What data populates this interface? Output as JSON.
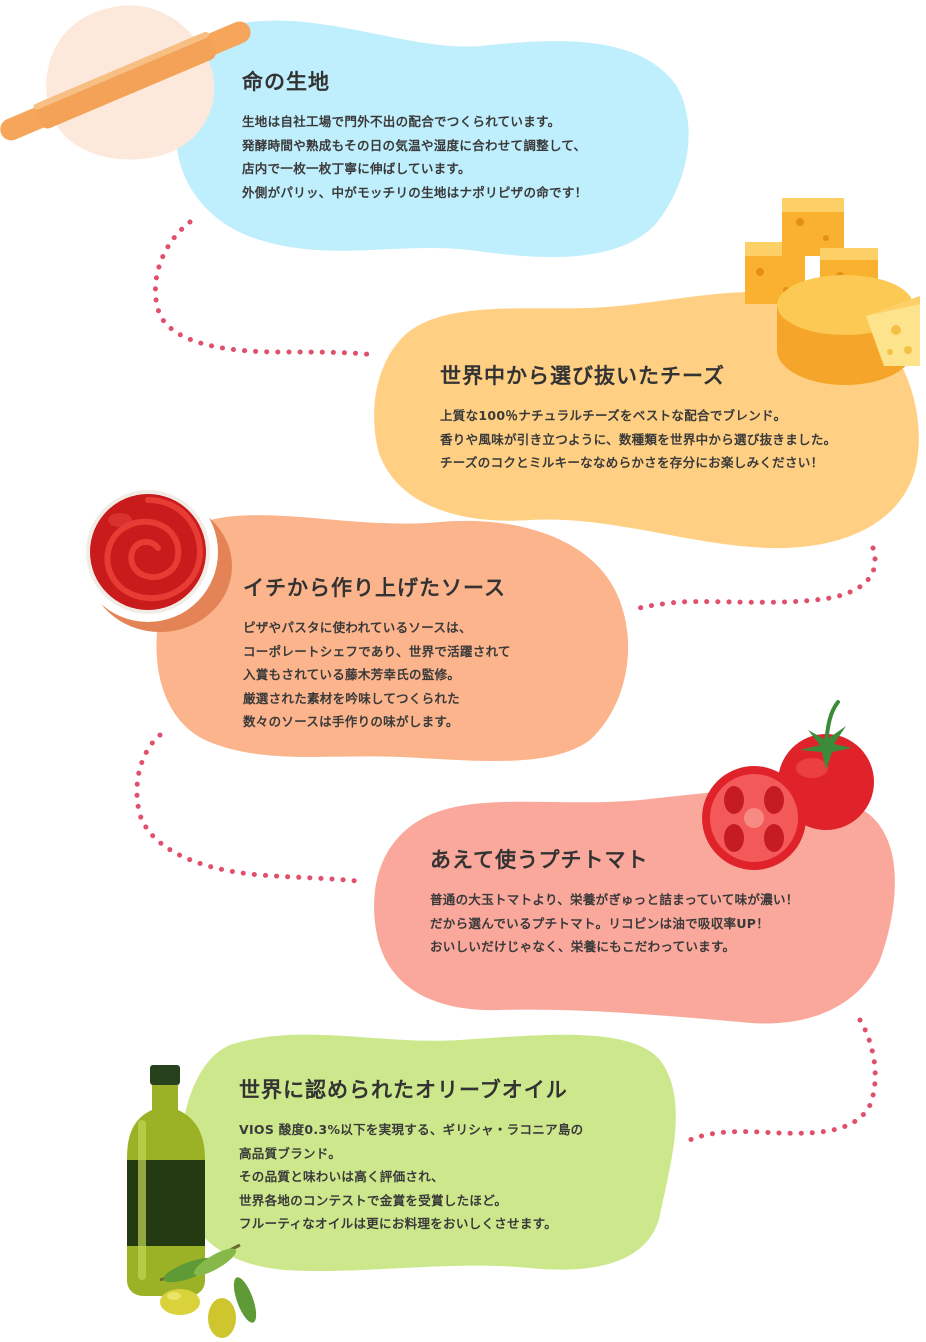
{
  "colors": {
    "dough_blob": "#bfeefc",
    "cheese_blob": "#ffd084",
    "sauce_blob": "#fcb48c",
    "tomato_blob": "#fba89c",
    "olive_blob": "#cde88c",
    "dotted_path": "#e0506c"
  },
  "sections": [
    {
      "id": "dough",
      "title": "命の生地",
      "icon": "rolling-pin-dough-icon",
      "lines": [
        "生地は自社工場で門外不出の配合でつくられています。",
        "発酵時間や熟成もその日の気温や湿度に合わせて調整して、",
        "店内で一枚一枚丁寧に伸ばしています。",
        "外側がパリッ、中がモッチリの生地はナポリピザの命です！"
      ]
    },
    {
      "id": "cheese",
      "title": "世界中から選び抜いたチーズ",
      "icon": "cheese-icon",
      "lines": [
        "上質な100％ナチュラルチーズをベストな配合でブレンド。",
        "香りや風味が引き立つように、数種類を世界中から選び抜きました。",
        "チーズのコクとミルキーななめらかさを存分にお楽しみください！"
      ]
    },
    {
      "id": "sauce",
      "title": "イチから作り上げたソース",
      "icon": "tomato-sauce-bowl-icon",
      "lines": [
        "ピザやパスタに使われているソースは、",
        "コーポレートシェフであり、世界で活躍されて",
        "入賞もされている藤木芳幸氏の監修。",
        "厳選された素材を吟味してつくられた",
        "数々のソースは手作りの味がします。"
      ]
    },
    {
      "id": "tomato",
      "title": "あえて使うプチトマト",
      "icon": "cherry-tomato-icon",
      "lines": [
        "普通の大玉トマトより、栄養がぎゅっと詰まっていて味が濃い！",
        "だから選んでいるプチトマト。リコピンは油で吸収率UP！",
        "おいしいだけじゃなく、栄養にもこだわっています。"
      ]
    },
    {
      "id": "olive",
      "title": "世界に認められたオリーブオイル",
      "icon": "olive-oil-bottle-icon",
      "lines": [
        "VIOS 酸度0.3%以下を実現する、ギリシャ・ラコニア島の",
        "高品質ブランド。",
        "その品質と味わいは高く評価され、",
        "世界各地のコンテストで金賞を受賞したほど。",
        "フルーティなオイルは更にお料理をおいしくさせます。"
      ]
    }
  ]
}
